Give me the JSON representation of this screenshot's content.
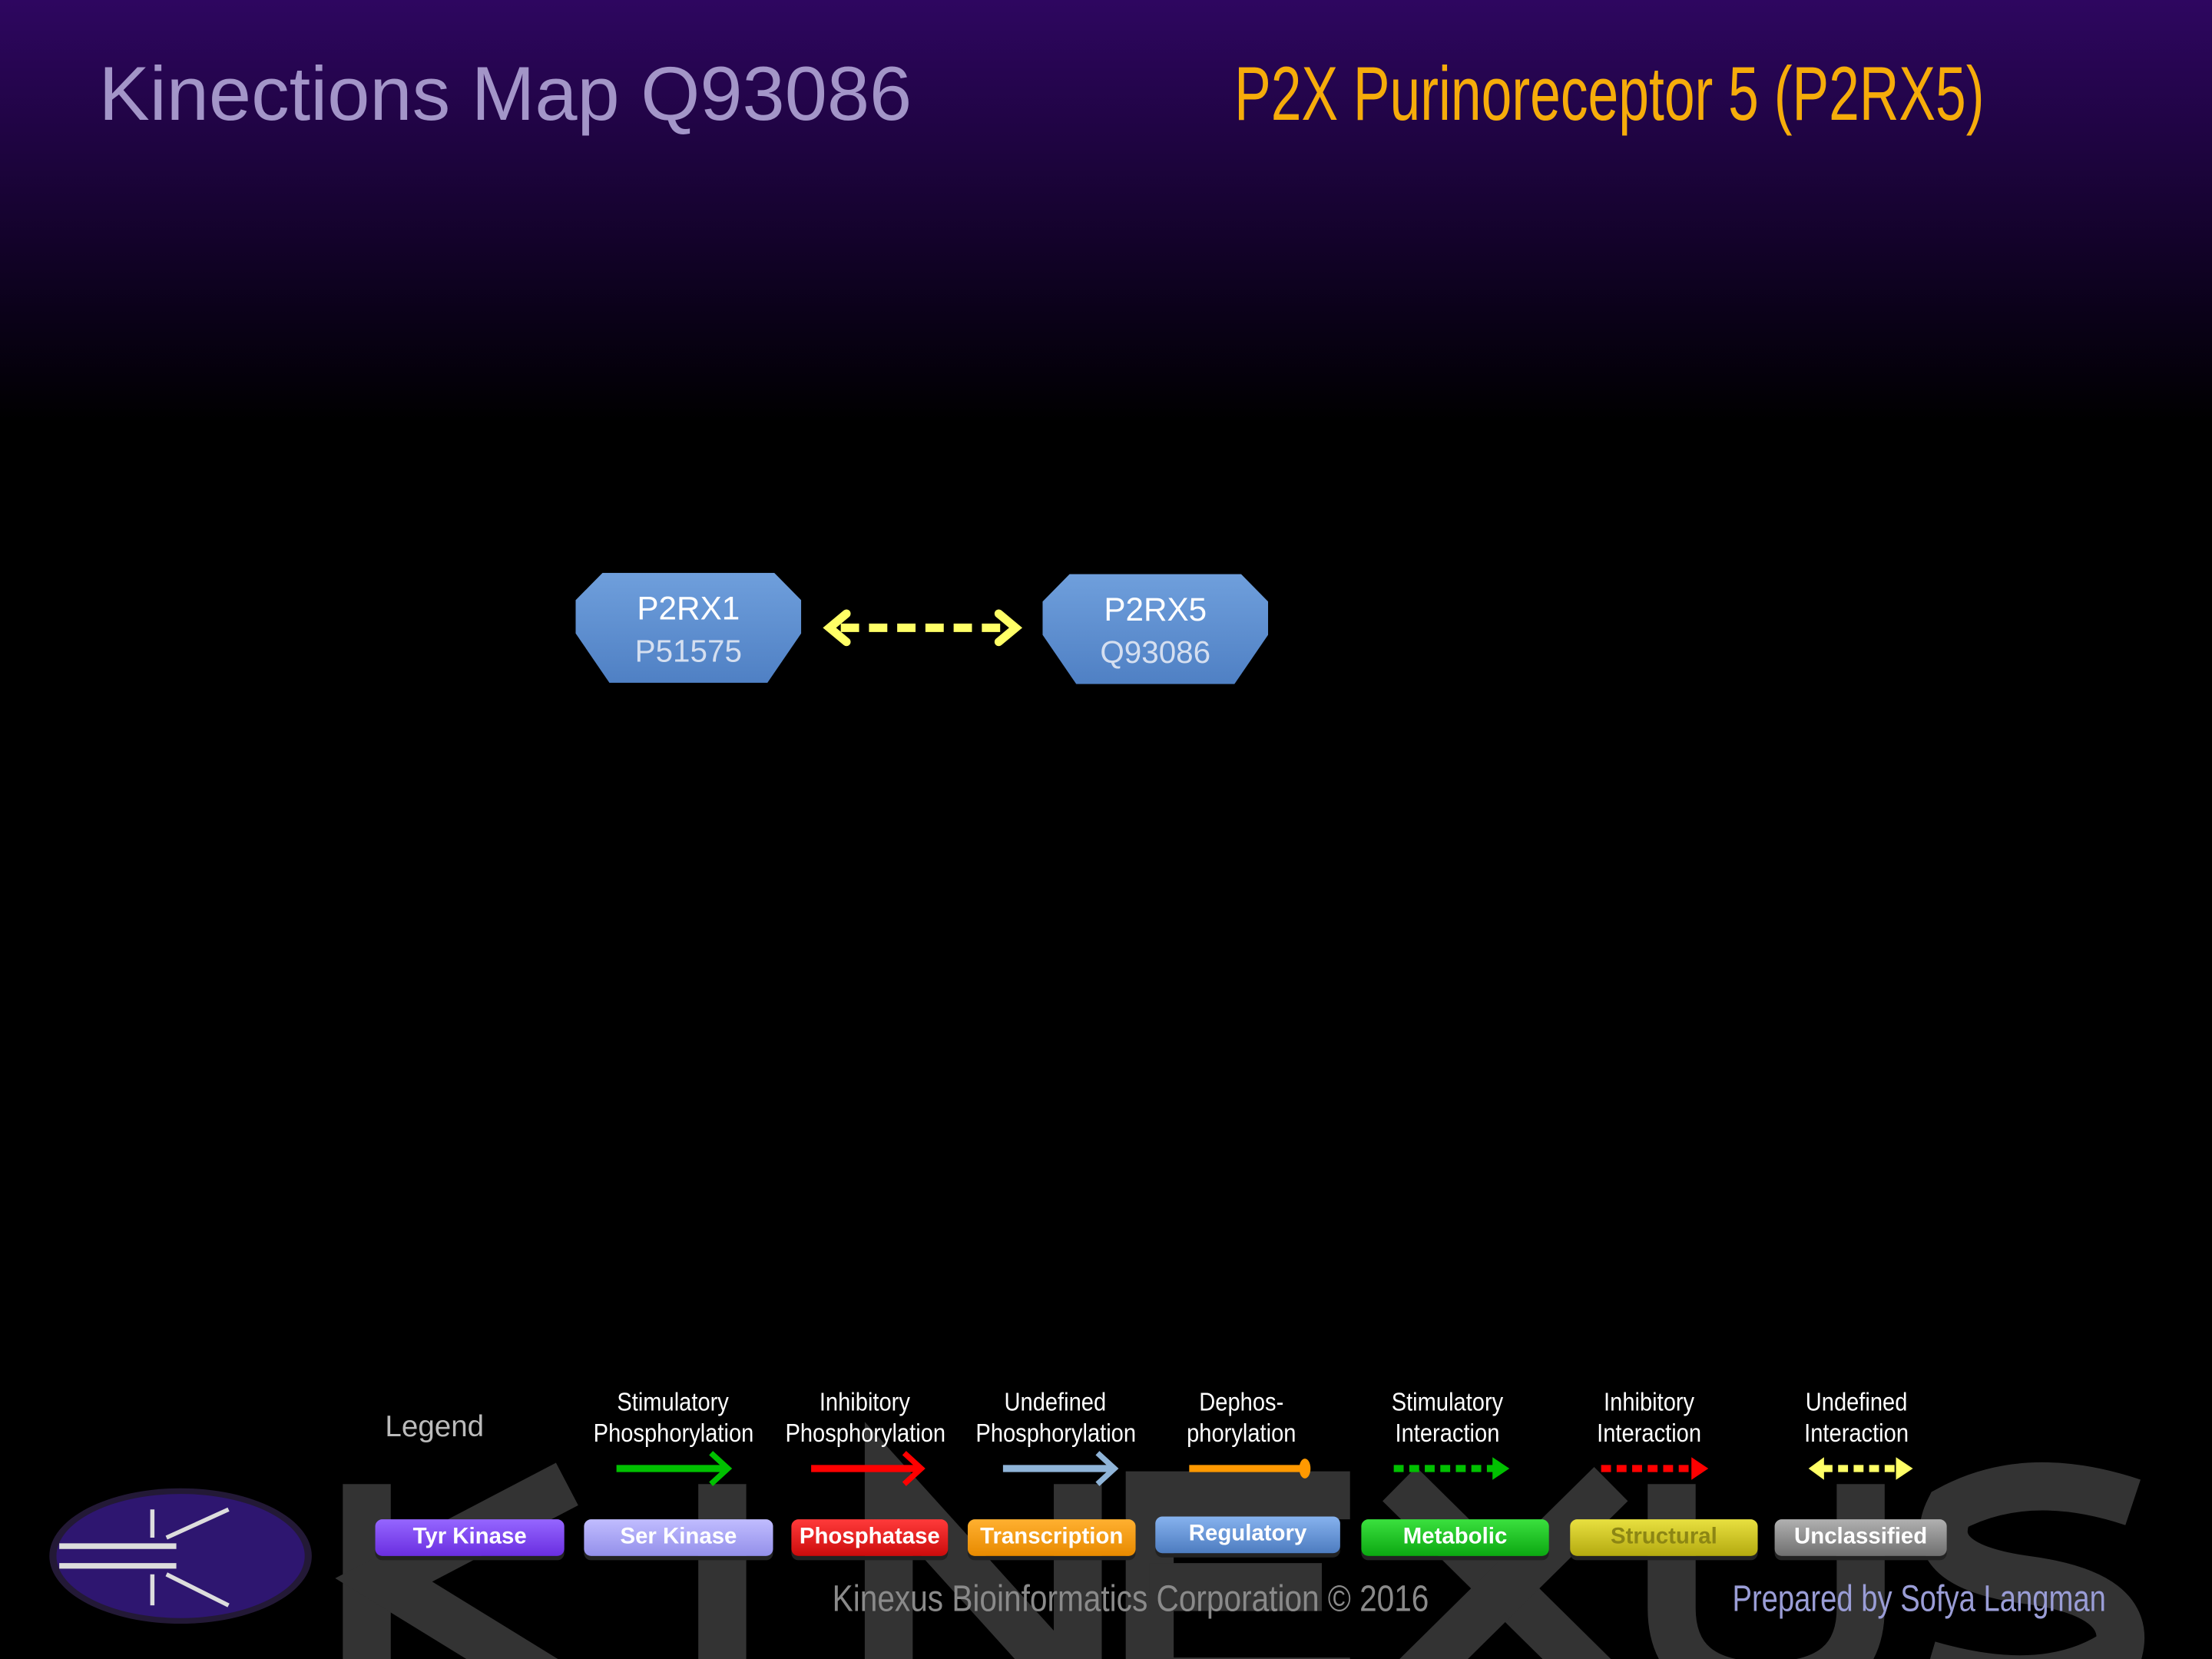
{
  "header": {
    "title": "Kinections Map Q93086",
    "protein_title": "P2X Purinoreceptor 5 (P2RX5)"
  },
  "nodes": [
    {
      "gene": "P2RX1",
      "accession": "P51575"
    },
    {
      "gene": "P2RX5",
      "accession": "Q93086"
    }
  ],
  "edges": [
    {
      "from": "P2RX1",
      "to": "P2RX5",
      "type": "Undefined Interaction",
      "color": "#ffff66"
    }
  ],
  "legend": {
    "title": "Legend",
    "arrows": [
      {
        "line1": "Stimulatory",
        "line2": "Phosphorylation",
        "color": "#00c000"
      },
      {
        "line1": "Inhibitory",
        "line2": "Phosphorylation",
        "color": "#ff0000"
      },
      {
        "line1": "Undefined",
        "line2": "Phosphorylation",
        "color": "#8fb4d8"
      },
      {
        "line1": "Dephos-",
        "line2": "phorylation",
        "color": "#ff9900"
      },
      {
        "line1": "Stimulatory",
        "line2": "Interaction",
        "color": "#00c000"
      },
      {
        "line1": "Inhibitory",
        "line2": "Interaction",
        "color": "#ff0000"
      },
      {
        "line1": "Undefined",
        "line2": "Interaction",
        "color": "#ffff66"
      }
    ],
    "categories": [
      {
        "label": "Tyr Kinase",
        "color": "#7436f0"
      },
      {
        "label": "Ser Kinase",
        "color": "#a19cf2"
      },
      {
        "label": "Phosphatase",
        "color": "#e01010"
      },
      {
        "label": "Transcription",
        "color": "#f59a10"
      },
      {
        "label": "Regulatory",
        "color": "#5d8fd2"
      },
      {
        "label": "Metabolic",
        "color": "#16c41c"
      },
      {
        "label": "Structural",
        "color": "#cbc21e"
      },
      {
        "label": "Unclassified",
        "color": "#8a8a8a"
      }
    ]
  },
  "watermark": "KINEXUS",
  "footer": {
    "copyright": "Kinexus Bioinformatics Corporation © 2016",
    "prepared_by": "Prepared by  Sofya Langman"
  }
}
